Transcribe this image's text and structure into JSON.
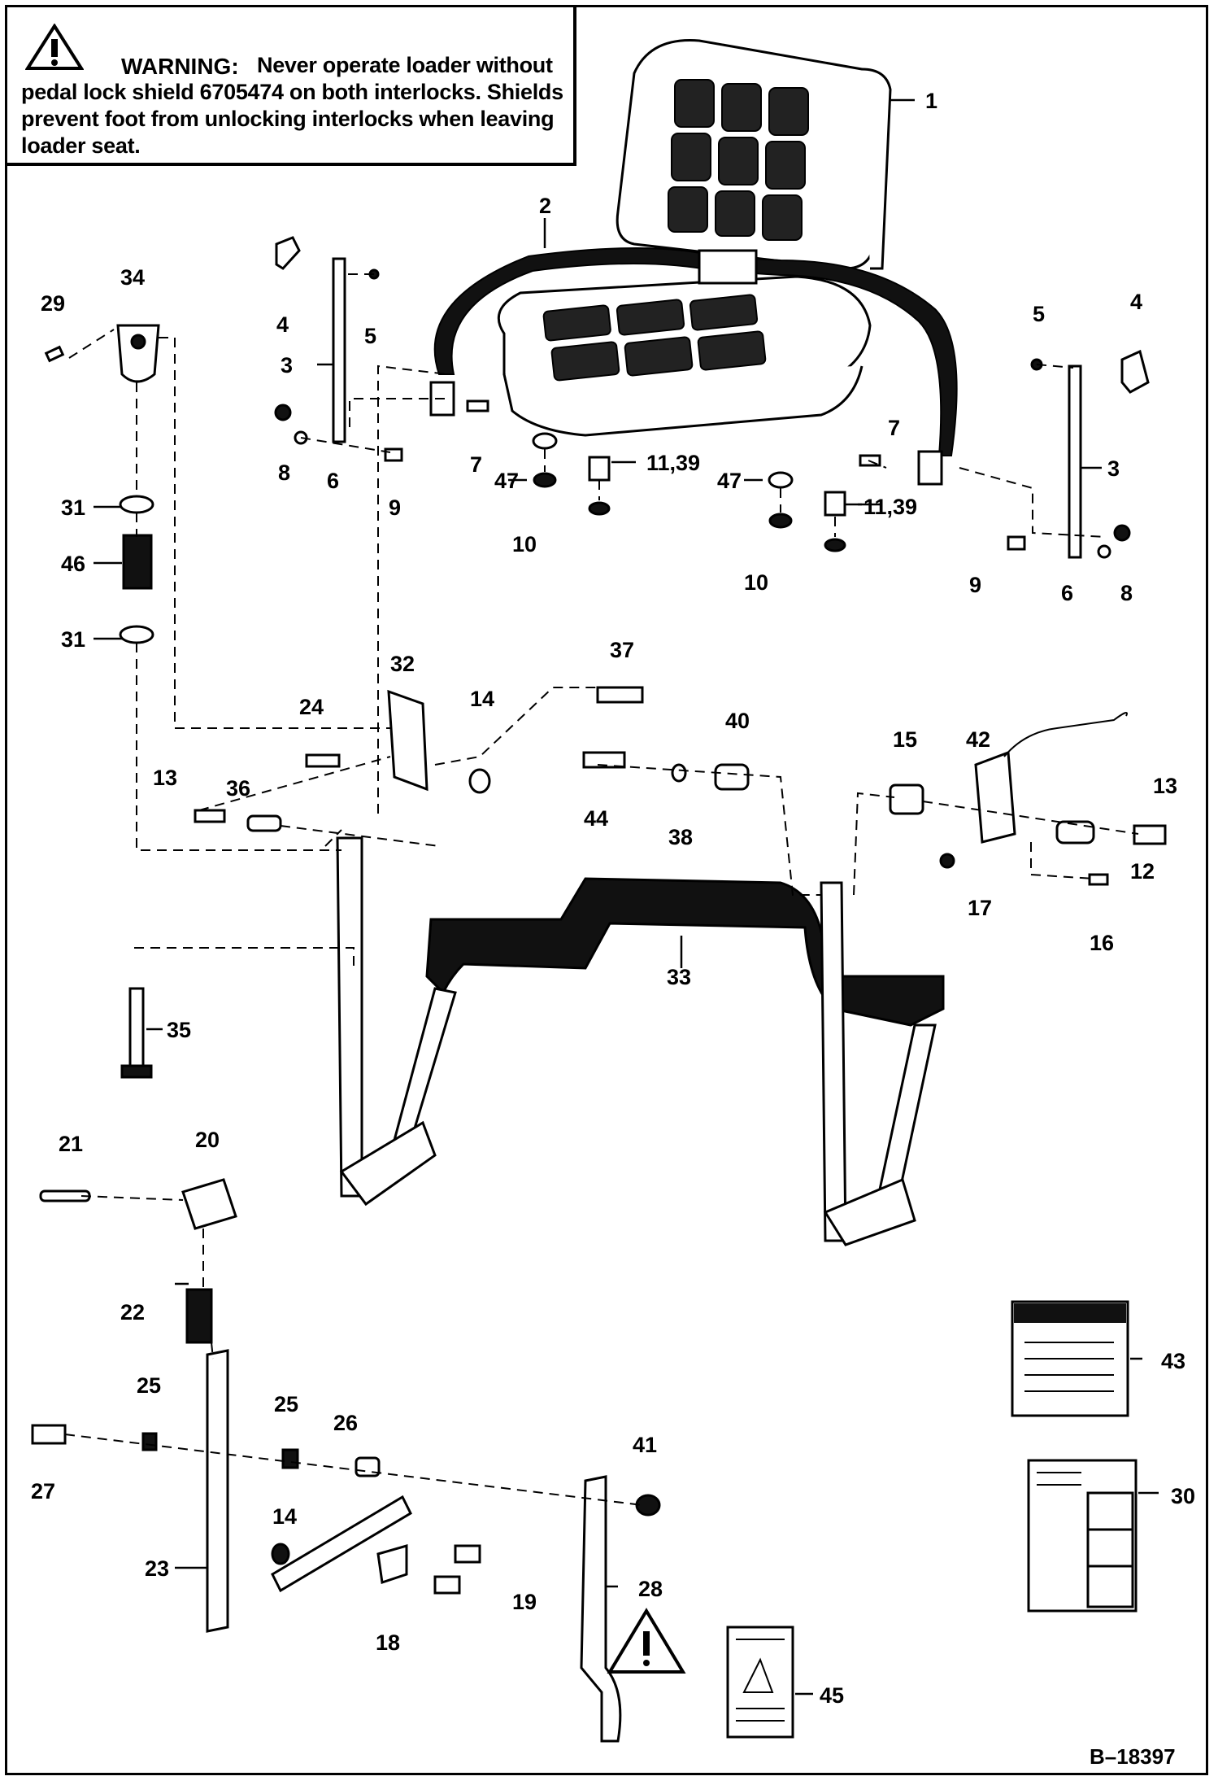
{
  "warning": {
    "title": "WARNING:",
    "text": "Never operate loader without pedal lock shield 6705474 on both interlocks. Shields prevent foot from unlocking interlocks when leaving loader seat."
  },
  "reference": "B–18397",
  "callouts": [
    "1",
    "2",
    "3",
    "4",
    "5",
    "6",
    "7",
    "8",
    "9",
    "10",
    "11,39",
    "12",
    "13",
    "14",
    "15",
    "16",
    "17",
    "18",
    "19",
    "20",
    "21",
    "22",
    "23",
    "24",
    "25",
    "26",
    "27",
    "28",
    "29",
    "30",
    "31",
    "32",
    "33",
    "34",
    "35",
    "36",
    "37",
    "38",
    "40",
    "41",
    "42",
    "43",
    "44",
    "45",
    "46",
    "47"
  ],
  "icons": [
    "warning-triangle-icon",
    "safety-alert-icon"
  ]
}
